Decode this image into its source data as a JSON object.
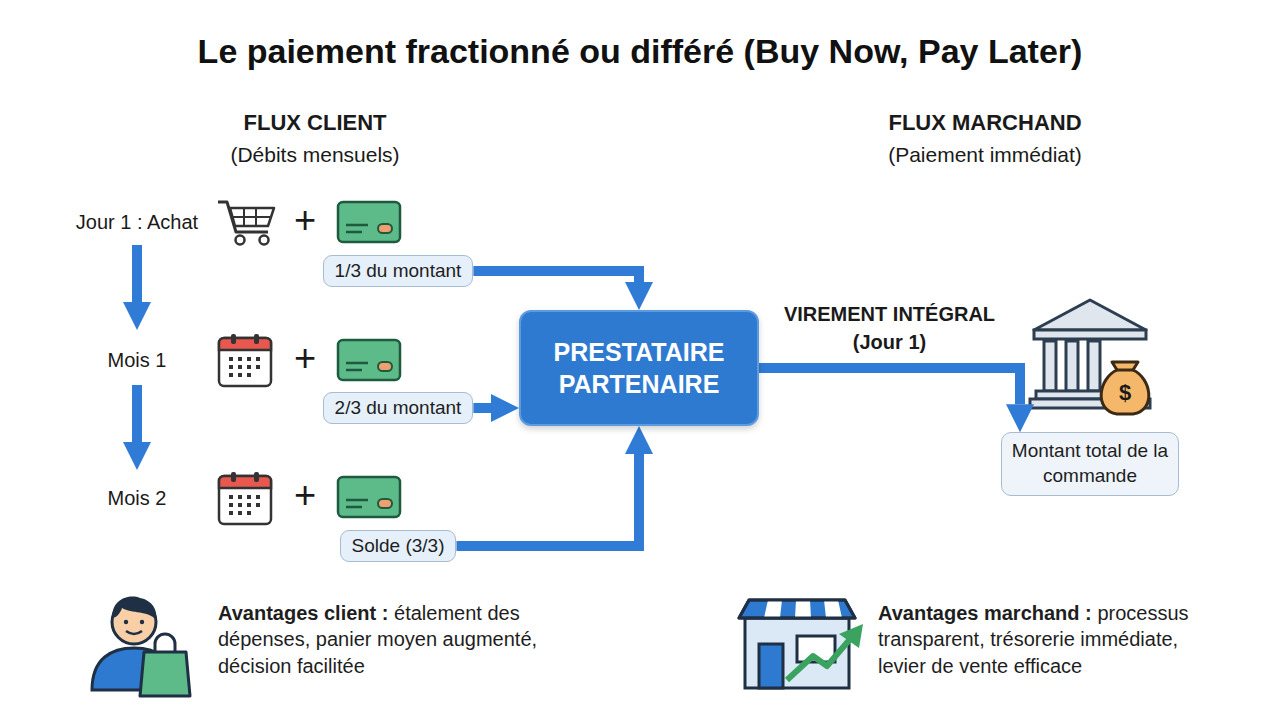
{
  "diagram": {
    "title": "Le paiement fractionné ou différé (Buy Now, Pay Later)",
    "nodes": [
      {
        "text": [
          "1/3 du montant"
        ]
      },
      {
        "text": [
          "2/3 du montant"
        ]
      },
      {
        "text": [
          "Solde (3/3)"
        ]
      },
      {
        "text": [
          "PRESTATAIRE PARTENAIRE"
        ]
      },
      {
        "text": [
          "Montant total de la commande"
        ]
      }
    ],
    "edges": [
      {
        "from": 0,
        "to": 3,
        "arrow": "to"
      },
      {
        "from": 1,
        "to": 3,
        "arrow": "to"
      },
      {
        "from": 2,
        "to": 3,
        "arrow": "to"
      },
      {
        "from": 3,
        "to": 4,
        "label": "VIREMENT INTÉGRAL (Jour 1)",
        "arrow": "to"
      }
    ],
    "labels": [
      "FLUX CLIENT",
      "(Débits mensuels)",
      "FLUX MARCHAND",
      "(Paiement immédiat)",
      "Jour 1 : Achat",
      "Mois 1",
      "Mois 2",
      "Avantages client :",
      "étalement des dépenses, panier moyen augmenté, décision facilitée",
      "Avantages marchand :",
      "processus transparent, trésorerie immédiate, levier de vente efficace",
      "+",
      "+",
      "+",
      "$"
    ]
  }
}
